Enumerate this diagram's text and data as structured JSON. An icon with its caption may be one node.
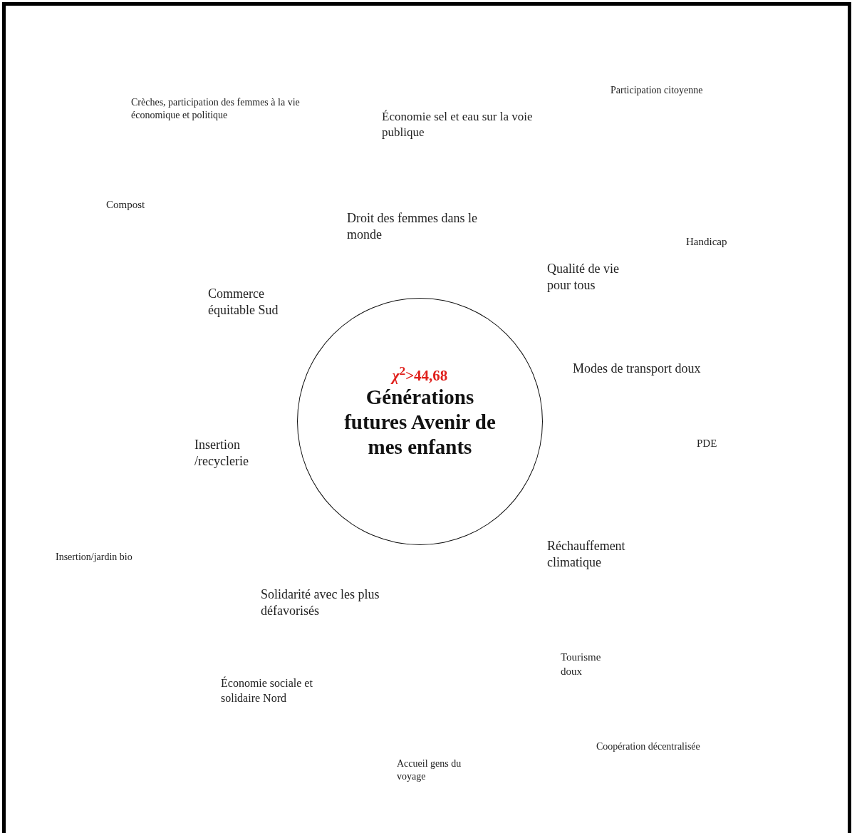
{
  "diagram": {
    "nodes": [
      {
        "text": [
          "*χ*$^{2}$>44,68",
          "Générations futures Avenir de mes enfants"
        ]
      }
    ],
    "labels": [
      "Participation citoyenne",
      "Crèches, participation des femmes à la vie économique et politique",
      "Économie sel et eau sur la voie publique",
      "Compost",
      "Droit des femmes dans le monde",
      "Handicap",
      "Qualité de vie pour tous",
      "Commerce équitable Sud",
      "Modes de transport doux",
      "PDE",
      "Insertion /recyclerie",
      "Réchauffement climatique",
      "Insertion/jardin bio",
      "Solidarité avec les plus défavorisés",
      "Tourisme doux",
      "Économie sociale et solidaire Nord",
      "Coopération décentralisée",
      "Accueil gens du voyage"
    ]
  }
}
